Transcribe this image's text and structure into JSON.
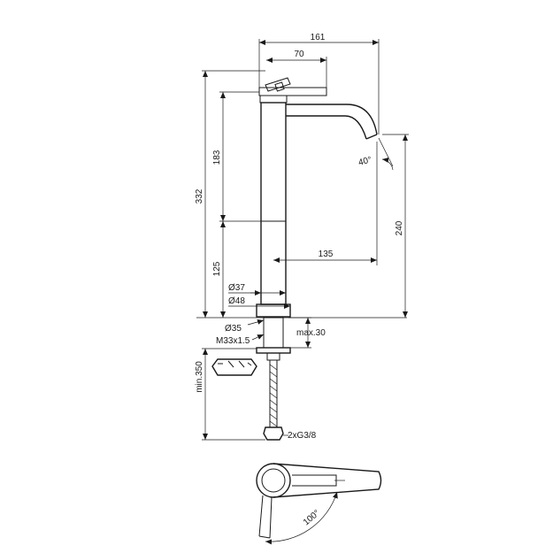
{
  "dimensions": {
    "overall_reach": "161",
    "lever_reach": "70",
    "body_height_upper": "183",
    "total_height": "332",
    "body_height_lower": "125",
    "spout_height": "240",
    "spout_reach": "135",
    "body_diameter_top": "Ø37",
    "body_diameter_base": "Ø48",
    "hole_diameter": "Ø35",
    "thread": "M33x1.5",
    "max_deck": "max.30",
    "min_hose": "min.350",
    "connections": "2xG3/8",
    "spout_angle": "40°",
    "lever_rotation": "100°"
  }
}
